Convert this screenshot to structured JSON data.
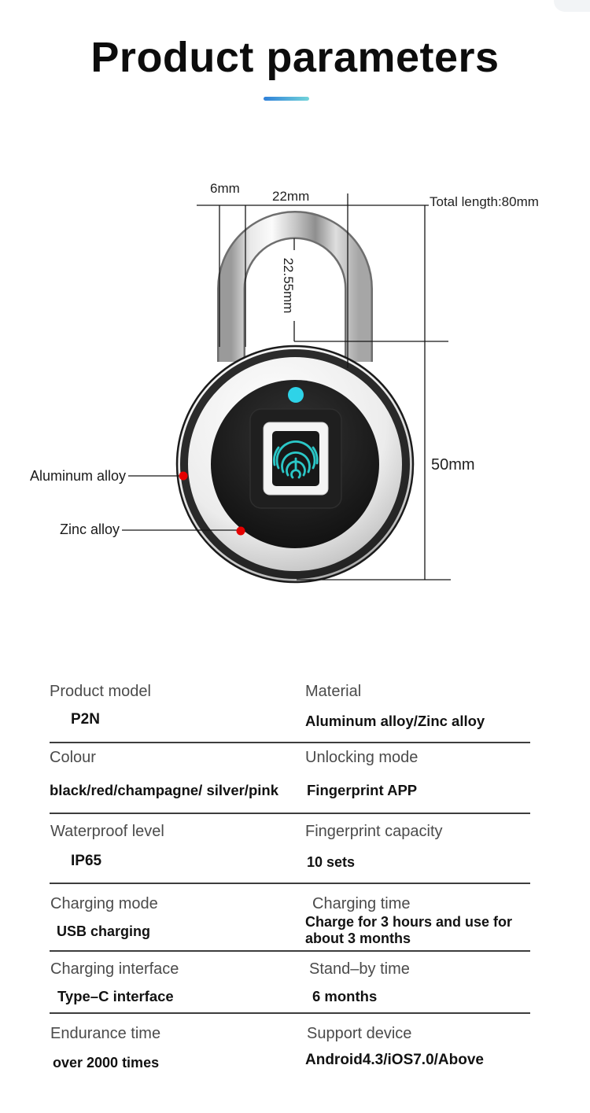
{
  "title": "Product parameters",
  "accent": {
    "underline_from": "#2f80d9",
    "underline_to": "#72d4da"
  },
  "diagram": {
    "annotations": {
      "shackle_thickness": "6mm",
      "shackle_inner_width": "22mm",
      "total_length": "Total length:80mm",
      "shackle_inner_height": "22.55mm",
      "body_height": "50mm",
      "material_outer": "Aluminum alloy",
      "material_body": "Zinc alloy"
    },
    "colors": {
      "led": "#2ed3e8",
      "fingerprint": "#2bc7c7",
      "marker": "#e60000"
    }
  },
  "specs": {
    "rows": [
      {
        "left": {
          "label": "Product model",
          "value": "P2N"
        },
        "right": {
          "label": "Material",
          "value": "Aluminum alloy/Zinc alloy"
        }
      },
      {
        "left": {
          "label": "Colour",
          "value": "black/red/champagne/ silver/pink"
        },
        "right": {
          "label": "Unlocking mode",
          "value": "Fingerprint APP"
        }
      },
      {
        "left": {
          "label": "Waterproof level",
          "value": "IP65"
        },
        "right": {
          "label": "Fingerprint capacity",
          "value": "10 sets"
        }
      },
      {
        "left": {
          "label": "Charging mode",
          "value": "USB charging"
        },
        "right": {
          "label": "Charging time",
          "value": "Charge for 3 hours and use for about 3 months"
        }
      },
      {
        "left": {
          "label": "Charging interface",
          "value": "Type–C interface"
        },
        "right": {
          "label": "Stand–by time",
          "value": "6 months"
        }
      },
      {
        "left": {
          "label": "Endurance time",
          "value": "over 2000 times"
        },
        "right": {
          "label": "Support device",
          "value": "Android4.3/iOS7.0/Above"
        }
      }
    ]
  }
}
